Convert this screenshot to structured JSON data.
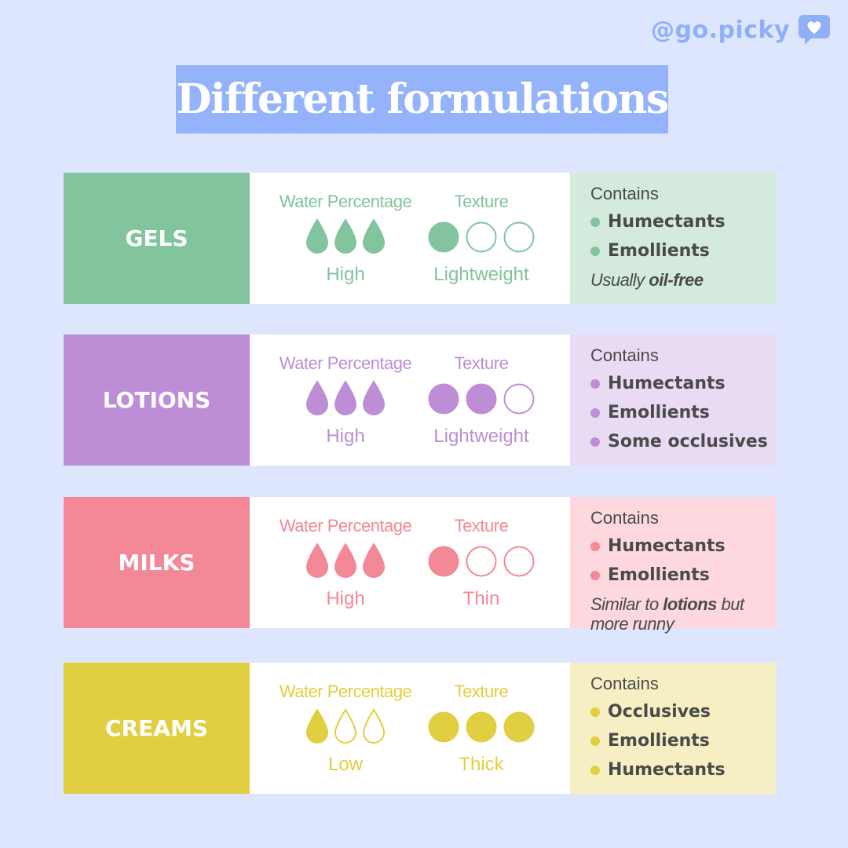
{
  "header": {
    "handle": "@go.picky",
    "title": "Different formulations"
  },
  "labels": {
    "water": "Water Percentage",
    "texture": "Texture",
    "contains": "Contains"
  },
  "rows": [
    {
      "name": "GELS",
      "accent": "#82c49d",
      "light": "#d3eadd",
      "water_filled": 3,
      "water_value": "High",
      "texture_filled": 1,
      "texture_value": "Lightweight",
      "contains": [
        "Humectants",
        "Emollients"
      ],
      "note": {
        "pre": "Usually ",
        "bold": "oil-free",
        "post": ""
      }
    },
    {
      "name": "LOTIONS",
      "accent": "#bd8ed6",
      "light": "#e8dbf3",
      "water_filled": 3,
      "water_value": "High",
      "texture_filled": 2,
      "texture_value": "Lightweight",
      "contains": [
        "Humectants",
        "Emollients",
        "Some occlusives"
      ],
      "note": null
    },
    {
      "name": "MILKS",
      "accent": "#f38896",
      "light": "#fdd8de",
      "water_filled": 3,
      "water_value": "High",
      "texture_filled": 1,
      "texture_value": "Thin",
      "contains": [
        "Humectants",
        "Emollients"
      ],
      "note": {
        "pre": "Similar to ",
        "bold": "lotions",
        "post": " but more runny"
      }
    },
    {
      "name": "CREAMS",
      "accent": "#e2cf41",
      "light": "#f6efc4",
      "water_filled": 1,
      "water_value": "Low",
      "texture_filled": 3,
      "texture_value": "Thick",
      "contains": [
        "Occlusives",
        "Emollients",
        "Humectants"
      ],
      "note": null
    }
  ]
}
